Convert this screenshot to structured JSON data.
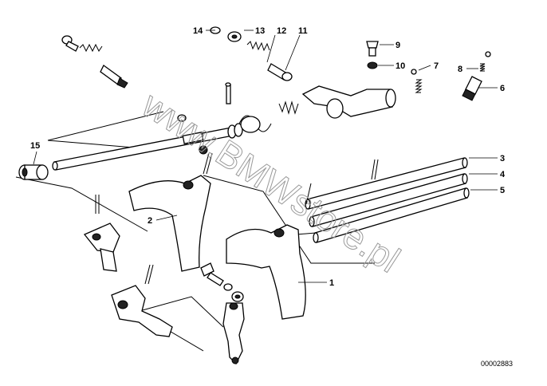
{
  "diagram": {
    "callouts": {
      "c1": "1",
      "c2": "2",
      "c3": "3",
      "c4": "4",
      "c5": "5",
      "c6": "6",
      "c7": "7",
      "c8": "8",
      "c9": "9",
      "c10": "10",
      "c11": "11",
      "c12": "12",
      "c13": "13",
      "c14": "14",
      "c15": "15"
    },
    "drawing_number": "00002883",
    "watermark": "www.BMWstore.pl"
  }
}
